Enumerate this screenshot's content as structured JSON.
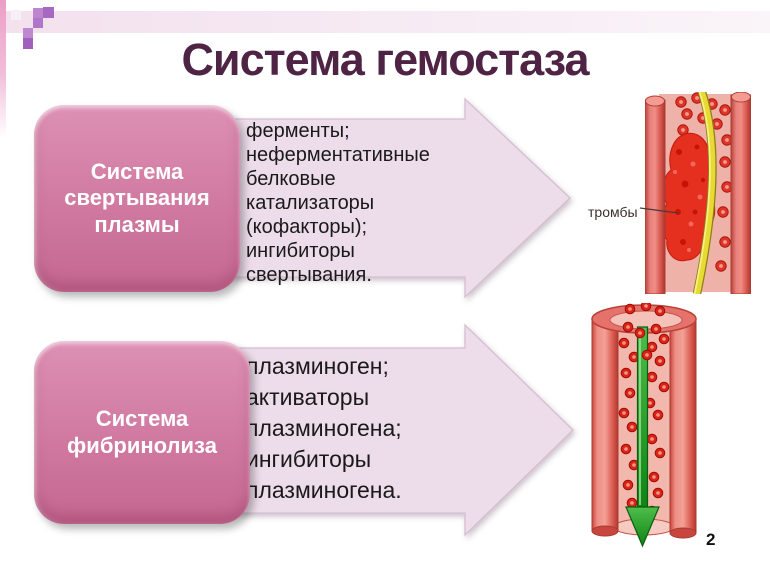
{
  "slide": {
    "title": "Система гемостаза",
    "page_number": "2"
  },
  "coagulation": {
    "box_label": "Система свертывания плазмы",
    "bullets": [
      "ферменты;",
      "неферментативные белковые катализаторы (кофакторы);",
      "ингибиторы свертывания."
    ],
    "image_caption": "тромбы"
  },
  "fibrinolysis": {
    "box_label": "Система фибринолиза",
    "bullets": [
      "плазминоген;",
      "активаторы плазминогена;",
      "ингибиторы плазминогена."
    ]
  },
  "colors": {
    "title_text": "#4E2344",
    "box_pink": "#D27CA3",
    "box_text": "#FFFFFF",
    "arrow_fill": "#EDDCEA",
    "bullet_text": "#1A1A1A",
    "accent_purple": "#A768C2",
    "band_pink": "#F3E1EE",
    "vessel_wall_red": "#DC5A52",
    "vessel_lumen_pink": "#F0B4AB",
    "blood_cell_red": "#DB2417",
    "clot_red": "#E5301F",
    "fibrin_yellow": "#E7DA34",
    "flow_arrow_green": "#1E9C22"
  }
}
